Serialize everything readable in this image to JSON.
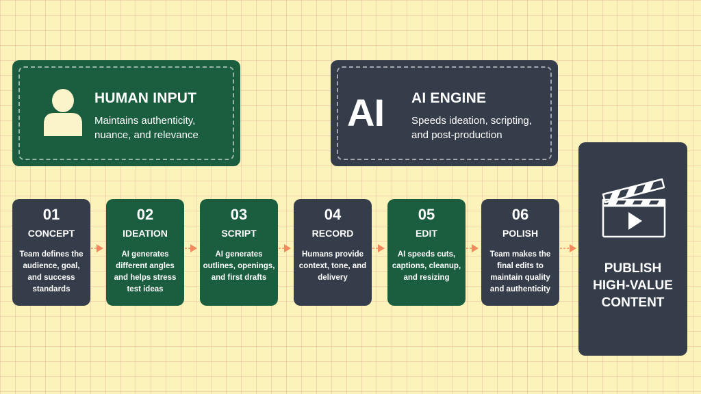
{
  "human_input": {
    "title": "HUMAN INPUT",
    "description": "Maintains authenticity, nuance, and relevance",
    "icon": "person-icon"
  },
  "ai_engine": {
    "badge": "AI",
    "title": "AI ENGINE",
    "description": "Speeds ideation, scripting, and post-production"
  },
  "steps": [
    {
      "number": "01",
      "name": "CONCEPT",
      "description": "Team defines the audience, goal, and success standards",
      "color": "#363d4a"
    },
    {
      "number": "02",
      "name": "IDEATION",
      "description": "AI generates different angles and helps stress test ideas",
      "color": "#1a5e3f"
    },
    {
      "number": "03",
      "name": "SCRIPT",
      "description": "AI generates outlines, openings, and first drafts",
      "color": "#1a5e3f"
    },
    {
      "number": "04",
      "name": "RECORD",
      "description": "Humans provide context, tone, and delivery",
      "color": "#363d4a"
    },
    {
      "number": "05",
      "name": "EDIT",
      "description": "AI speeds cuts, captions, cleanup, and resizing",
      "color": "#1a5e3f"
    },
    {
      "number": "06",
      "name": "POLISH",
      "description": "Team makes the final edits to maintain quality and authenticity",
      "color": "#363d4a"
    }
  ],
  "publish": {
    "line1": "PUBLISH",
    "line2": "HIGH-VALUE",
    "line3": "CONTENT",
    "icon": "clapperboard-play-icon"
  },
  "colors": {
    "background": "#fbf3b9",
    "green": "#1a5e3f",
    "dark": "#363d4a",
    "arrow": "#ee8a5e"
  }
}
